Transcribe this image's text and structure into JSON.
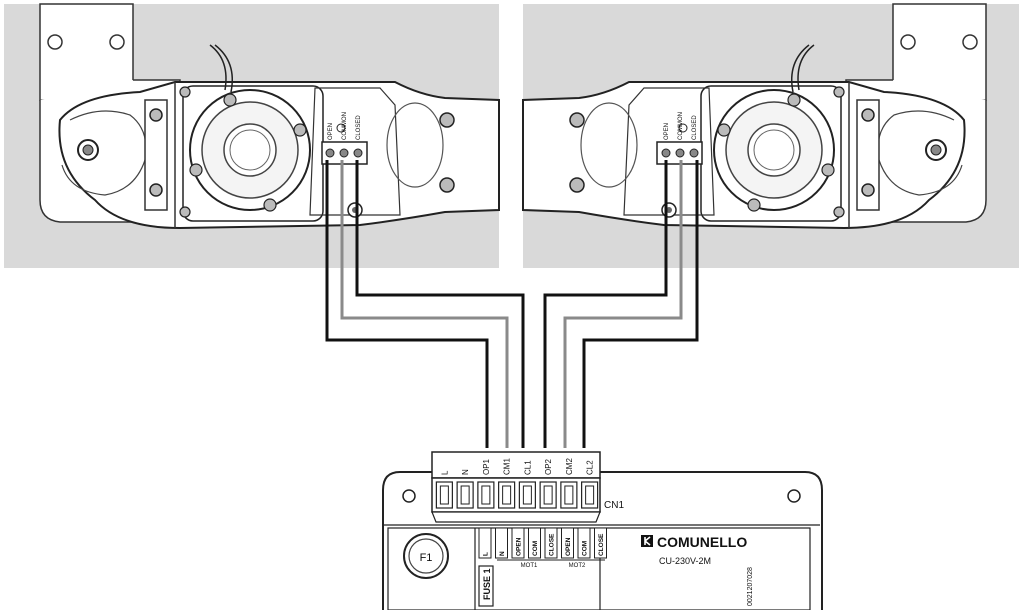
{
  "motor_left": {
    "terminal_labels": [
      "OPEN",
      "COMMON",
      "CLOSED"
    ]
  },
  "motor_right": {
    "terminal_labels": [
      "OPEN",
      "COMMON",
      "CLOSED"
    ]
  },
  "board": {
    "brand": "COMUNELLO",
    "model": "CU-230V-2M",
    "code": "0021207028",
    "connector_name": "CN1",
    "fuse_label": "FUSE 1",
    "fuse_id": "F1",
    "cn1_terminals": [
      "L",
      "N",
      "OP1",
      "CM1",
      "CL1",
      "OP2",
      "CM2",
      "CL2"
    ],
    "silk_labels": [
      "L",
      "N",
      "OPEN",
      "COM",
      "CLOSE",
      "OPEN",
      "COM",
      "CLOSE"
    ],
    "group_labels": [
      "MOT1",
      "MOT2"
    ]
  },
  "colors": {
    "panel_gray": "#d9d9d9",
    "wire_black": "#111111",
    "wire_gray": "#8a8a8a",
    "line": "#222222"
  }
}
